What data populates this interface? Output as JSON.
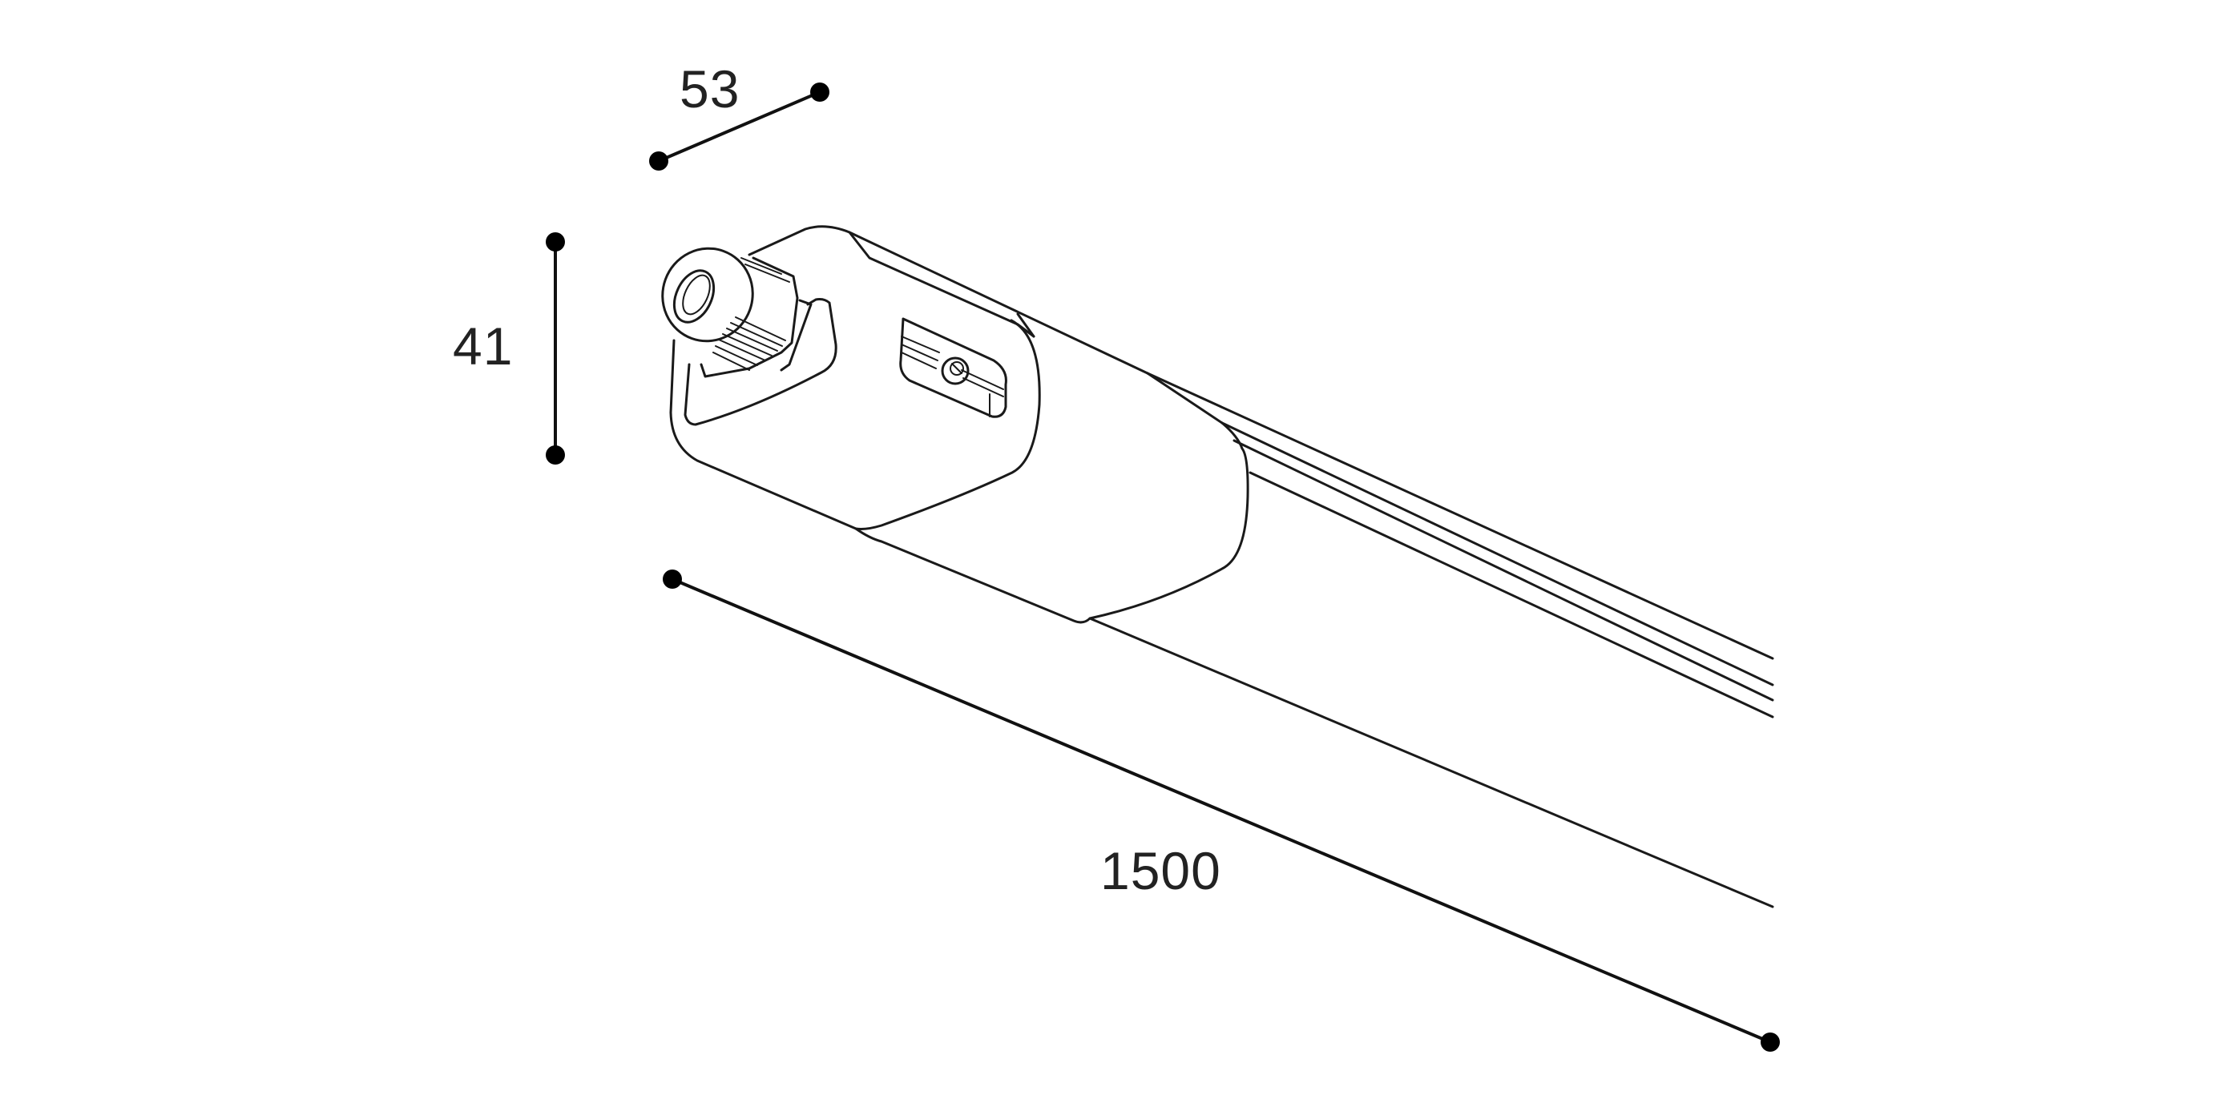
{
  "dimensions": {
    "depth": "53",
    "height": "41",
    "length": "1500"
  },
  "colors": {
    "line": "#1a1a1a",
    "dot": "#000000",
    "background": "#ffffff"
  }
}
